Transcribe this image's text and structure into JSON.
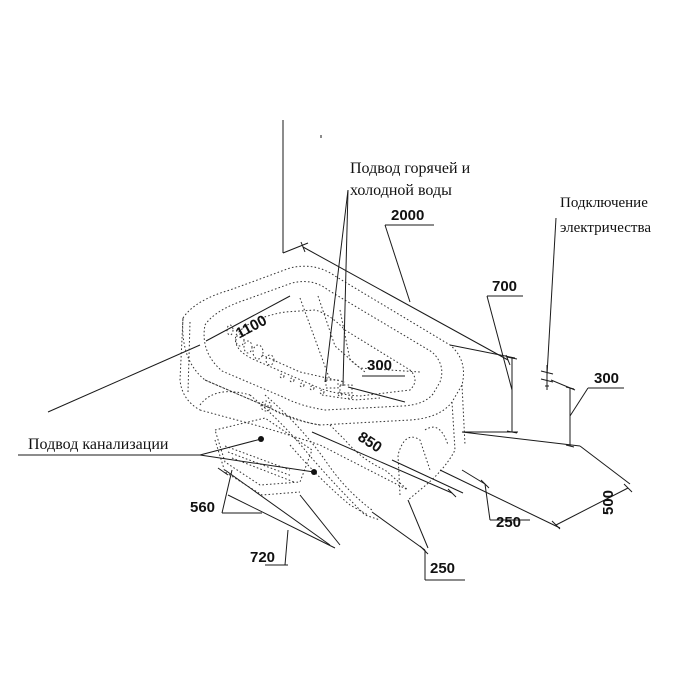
{
  "labels": {
    "water_supply_line1": "Подвод горячей и",
    "water_supply_line2": "холодной воды",
    "electric_line1": "Подключение",
    "electric_line2": "электричества",
    "drain": "Подвод канализации"
  },
  "dimensions": {
    "length": "2000",
    "height": "700",
    "width_inner": "1100",
    "water_offset": "300",
    "electric_height": "300",
    "center_depth": "850",
    "electric_offset": "500",
    "front_offset_right": "250",
    "drain_width": "560",
    "drain_length": "720",
    "front_offset_bottom": "250"
  }
}
